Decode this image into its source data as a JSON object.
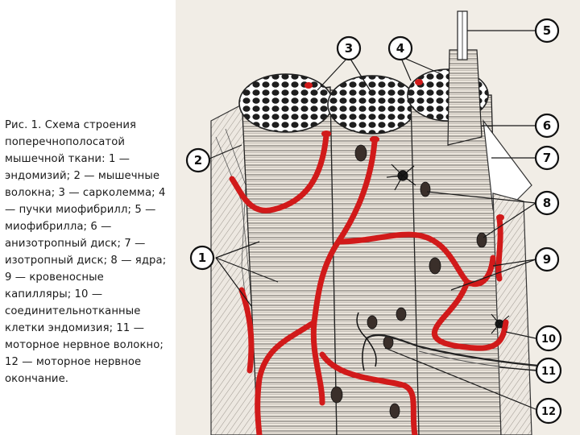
{
  "caption": "Рис. 1. Схема строения поперечнополосатой мышечной ткани: 1 — эндомизий; 2 — мышечные волокна; 3 — сарколемма; 4 — пучки миофибрилл; 5 — миофибрилла; 6 — анизотропный диск; 7 — изотропный диск; 8 — ядра; 9 — кровеносные капилляры; 10 — соединительнотканные клетки эндомизия; 11 — моторное нервное волокно; 12 — моторное нервное окончание.",
  "labels": [
    "1",
    "2",
    "3",
    "4",
    "5",
    "6",
    "7",
    "8",
    "9",
    "10",
    "11",
    "12"
  ],
  "colors": {
    "capillary": "#d11a1a",
    "ink": "#1a1a1a",
    "tissue": "#f1ede6",
    "fiber": "#e9e3da"
  }
}
